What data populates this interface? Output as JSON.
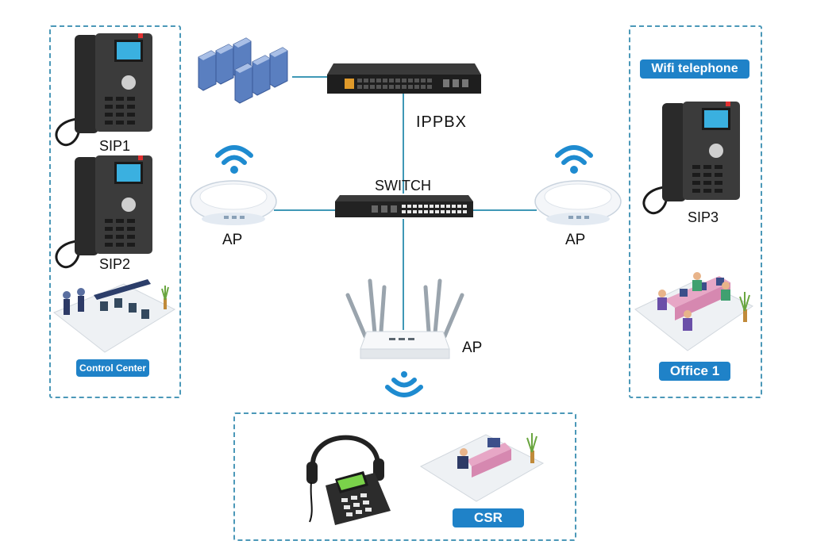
{
  "labels": {
    "sip1": "SIP1",
    "sip2": "SIP2",
    "sip3": "SIP3",
    "ippbx": "IPPBX",
    "switch": "SWITCH",
    "ap_left": "AP",
    "ap_right": "AP",
    "ap_router": "AP"
  },
  "badges": {
    "control_center": "Control Center",
    "wifi_telephone": "Wifi telephone",
    "office1": "Office 1",
    "csr": "CSR"
  },
  "colors": {
    "line": "#3f98b6",
    "dashed_border": "#4b98b8",
    "badge": "#1f82c8",
    "wifi": "#1e8bd0"
  },
  "icons": [
    "ip-phone-icon",
    "server-icon",
    "rack-switch-icon",
    "network-switch-icon",
    "access-point-icon",
    "wifi-icon",
    "wifi-router-icon",
    "desk-phone-headset-icon",
    "workstation-icon"
  ]
}
